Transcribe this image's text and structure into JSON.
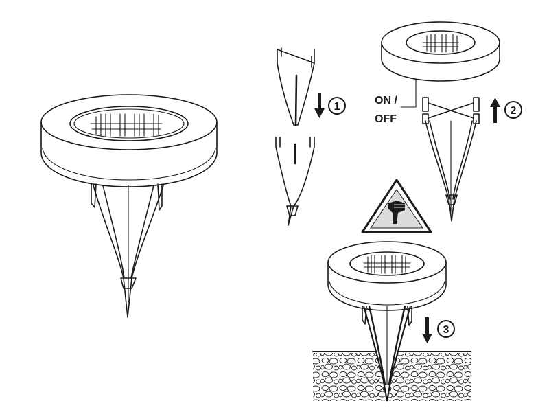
{
  "labels": {
    "switch_line1": "ON /",
    "switch_line2": "OFF"
  },
  "steps": [
    {
      "number": "1",
      "direction": "down"
    },
    {
      "number": "2",
      "direction": "up"
    },
    {
      "number": "3",
      "direction": "down"
    }
  ],
  "icons": {
    "warning": "hand-injury-warning-icon"
  },
  "colors": {
    "ink": "#1a1a1a",
    "background": "#ffffff",
    "warning_fill": "#dcdcdc"
  }
}
